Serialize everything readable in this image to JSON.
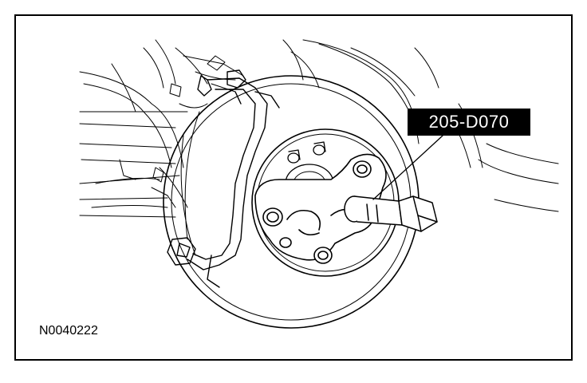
{
  "figure": {
    "tool_label": "205-D070",
    "figure_id": "N0040222"
  },
  "illustration": {
    "subject": "wheel-hub-with-special-tool-bolted-on",
    "colors": {
      "ink": "#000000",
      "paper": "#ffffff",
      "callout_background": "#000000",
      "callout_text": "#ffffff"
    }
  }
}
